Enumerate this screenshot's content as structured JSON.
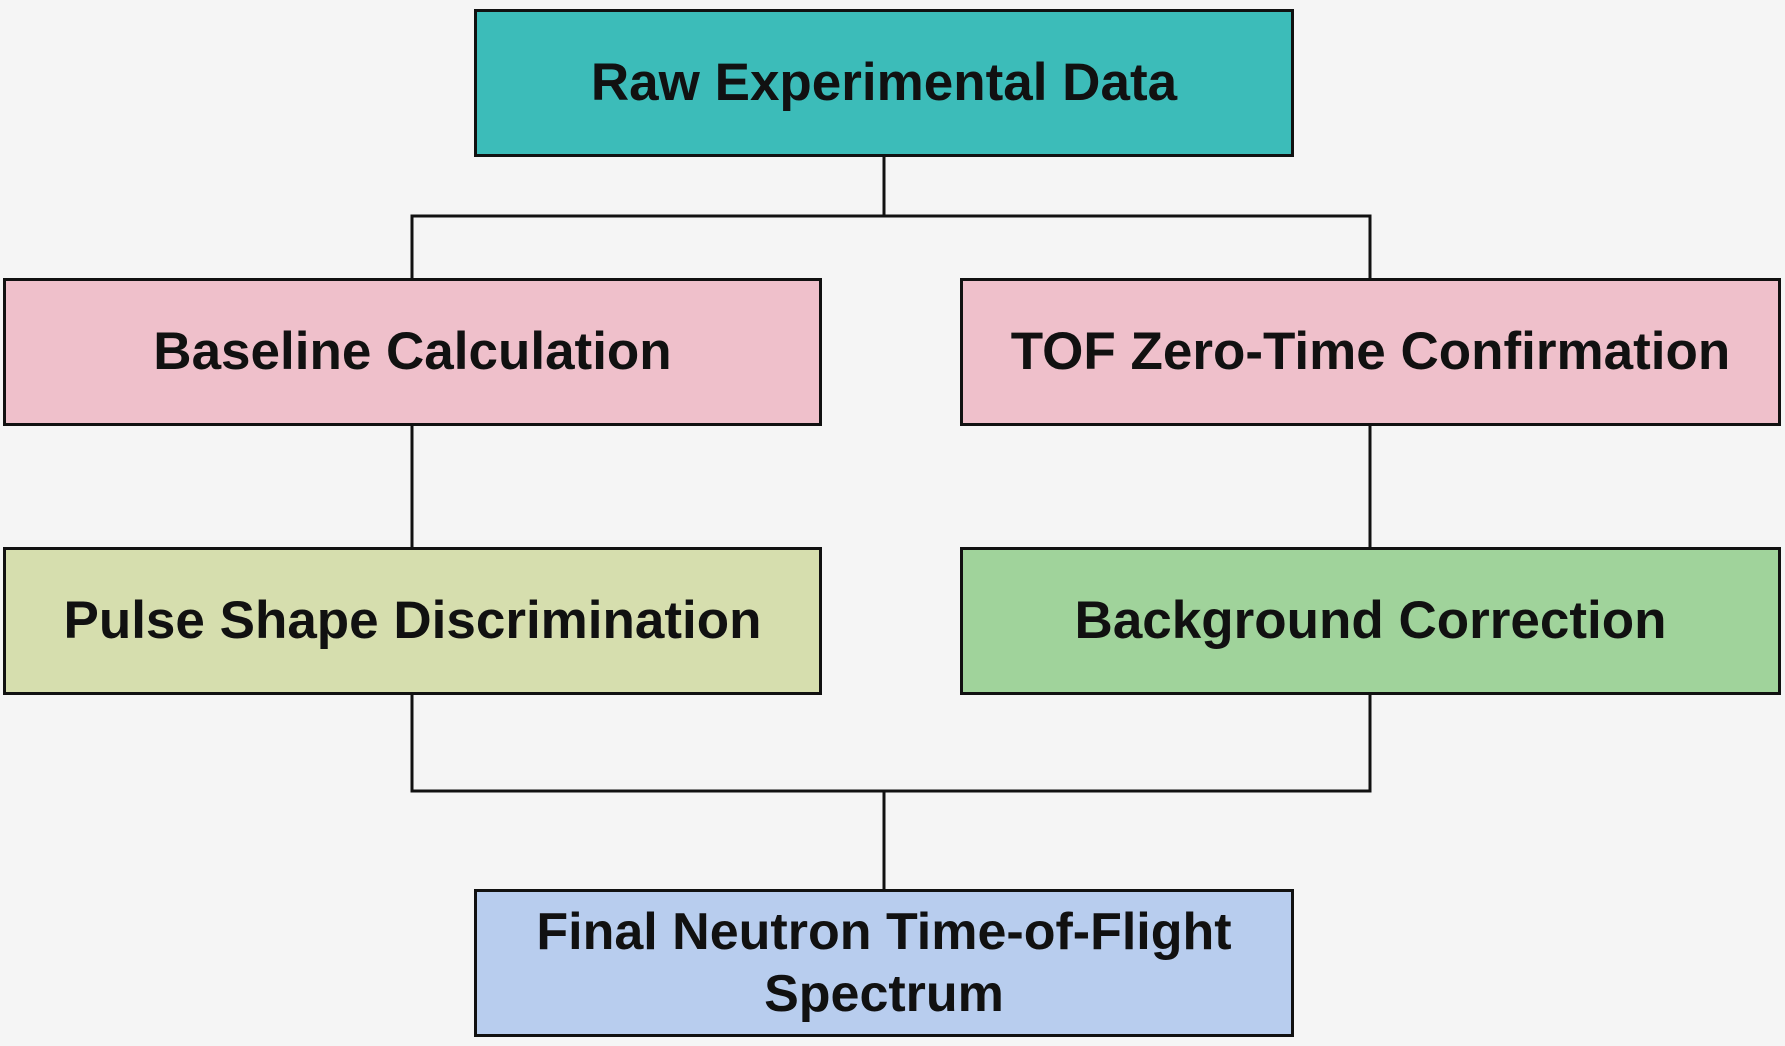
{
  "diagram": {
    "nodes": {
      "raw": {
        "label": "Raw Experimental Data",
        "color": "#3cbcb9"
      },
      "baseline": {
        "label": "Baseline Calculation",
        "color": "#efc0cb"
      },
      "tof": {
        "label": "TOF Zero-Time Confirmation",
        "color": "#efc0cb"
      },
      "psd": {
        "label": "Pulse Shape Discrimination",
        "color": "#d6deae"
      },
      "background": {
        "label": "Background Correction",
        "color": "#a0d39b"
      },
      "final": {
        "label": "Final Neutron Time-of-Flight Spectrum",
        "color": "#b8cdee"
      }
    },
    "edges": [
      {
        "from": "raw",
        "to": "baseline"
      },
      {
        "from": "raw",
        "to": "tof"
      },
      {
        "from": "baseline",
        "to": "psd"
      },
      {
        "from": "tof",
        "to": "background"
      },
      {
        "from": "psd",
        "to": "final"
      },
      {
        "from": "background",
        "to": "final"
      }
    ],
    "line_color": "#111111",
    "background_color": "#f5f5f5"
  }
}
